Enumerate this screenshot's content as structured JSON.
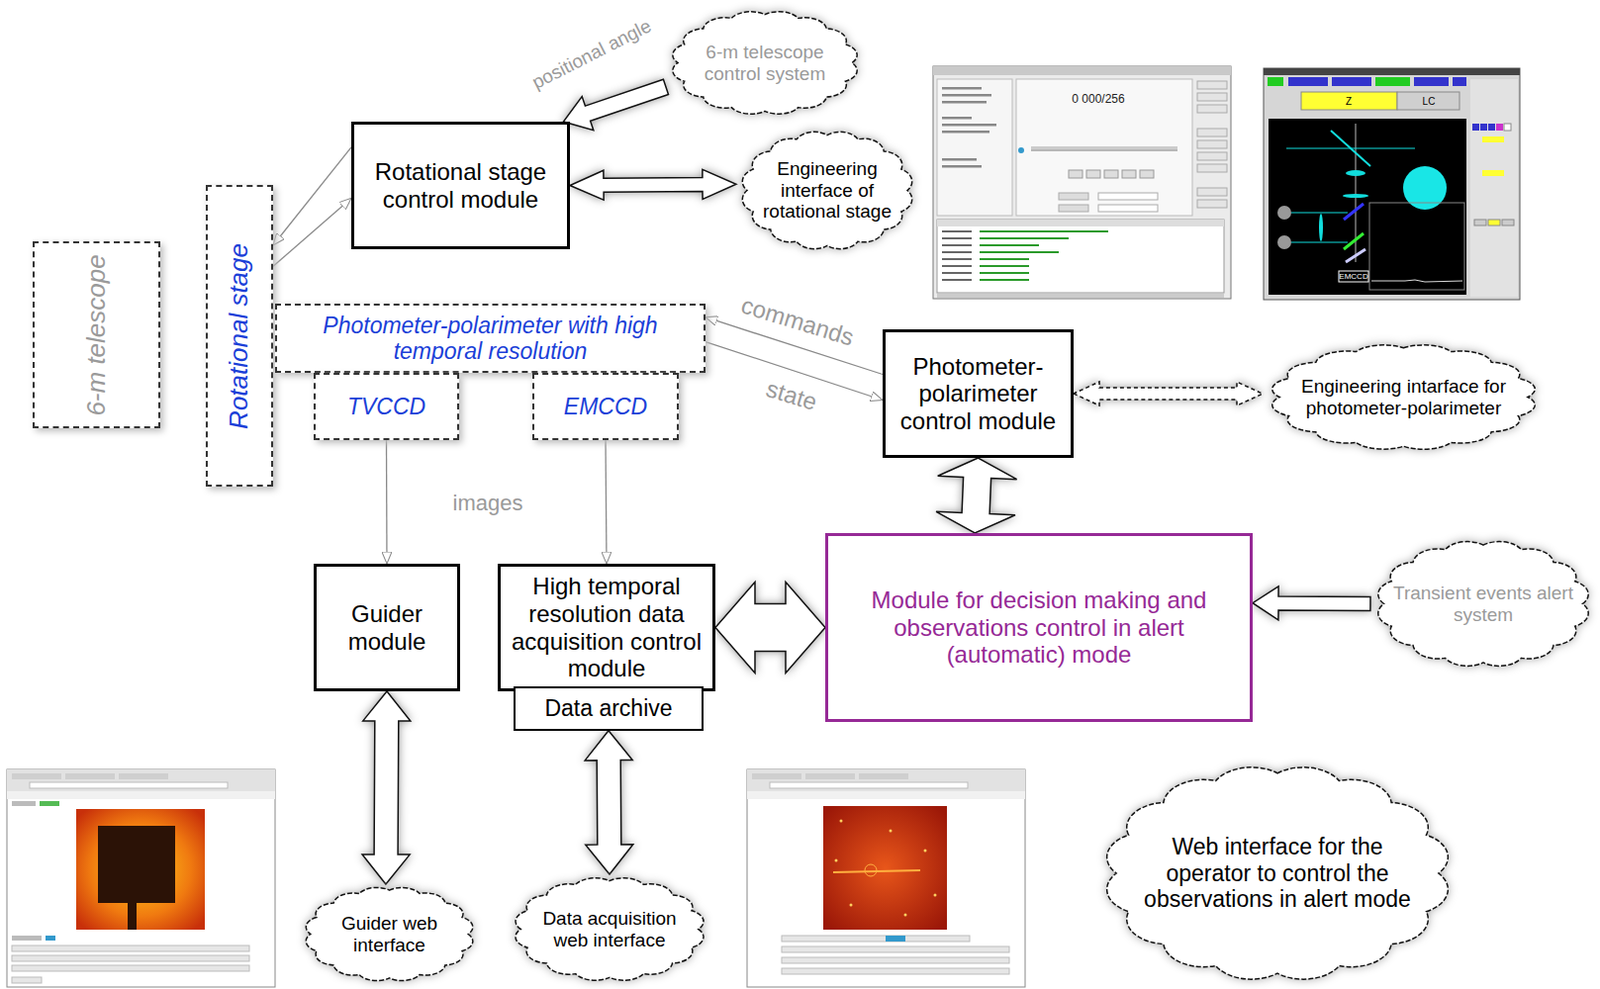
{
  "diagram": {
    "nodes": [
      {
        "text": [
          "6-m telescope"
        ]
      },
      {
        "text": [
          "Rotational stage"
        ]
      },
      {
        "text": [
          "Photometer-polarimeter with high temporal resolution"
        ]
      },
      {
        "text": [
          "TVCCD"
        ]
      },
      {
        "text": [
          "EMCCD"
        ]
      },
      {
        "text": [
          "Rotational stage control module"
        ]
      },
      {
        "text": [
          "6-m telescope control system"
        ]
      },
      {
        "text": [
          "Engineering interface of rotational stage"
        ]
      },
      {
        "text": [
          "Photometer-polarimeter control module"
        ]
      },
      {
        "text": [
          "Engineering intarface for photometer-polarimeter"
        ]
      },
      {
        "text": [
          "Guider module"
        ]
      },
      {
        "text": [
          "High temporal resolution data acquisition control module"
        ]
      },
      {
        "text": [
          "Data archive"
        ]
      },
      {
        "text": [
          "Module for decision making and observations control in alert (automatic) mode"
        ]
      },
      {
        "text": [
          "Transient events alert system"
        ]
      },
      {
        "text": [
          "Guider web interface"
        ]
      },
      {
        "text": [
          "Data acquisition web interface"
        ]
      },
      {
        "text": [
          "Web interface for the operator to control the observations in alert mode"
        ]
      }
    ],
    "edges": [
      {
        "from": 6,
        "to": 5,
        "label": "positional angle",
        "arrow": "to"
      },
      {
        "from": 5,
        "to": 7,
        "arrow": "both"
      },
      {
        "from": 1,
        "to": 5,
        "arrow": "to"
      },
      {
        "from": 5,
        "to": 1,
        "arrow": "to"
      },
      {
        "from": 8,
        "to": 2,
        "label": "commands",
        "arrow": "to"
      },
      {
        "from": 2,
        "to": 8,
        "label": "state",
        "arrow": "to"
      },
      {
        "from": 8,
        "to": 9,
        "arrow": "both"
      },
      {
        "from": 8,
        "to": 13,
        "arrow": "both"
      },
      {
        "from": 11,
        "to": 13,
        "arrow": "both"
      },
      {
        "from": 14,
        "to": 13,
        "arrow": "to"
      },
      {
        "from": 3,
        "to": 10,
        "arrow": "to"
      },
      {
        "from": 4,
        "to": 11,
        "arrow": "to"
      },
      {
        "from": 10,
        "to": 15,
        "arrow": "both"
      },
      {
        "from": 12,
        "to": 16,
        "arrow": "both"
      }
    ],
    "labels": [
      "images",
      "0 000/256",
      "Z",
      "LC",
      "EMCCD"
    ]
  }
}
